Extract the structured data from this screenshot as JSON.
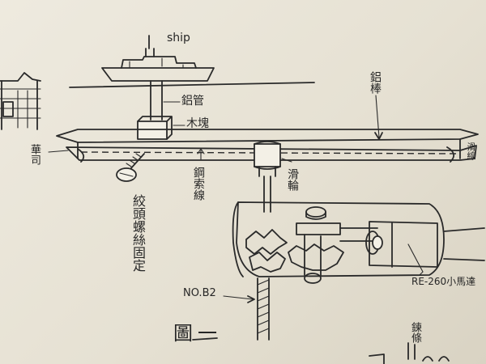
{
  "labels": {
    "ship": "ship",
    "aluminum_rod": "鋁棒",
    "aluminum_tube": "鋁管",
    "wood_block": "木塊",
    "tip": "華司",
    "string": "鋼索線",
    "pulley": "滑輪",
    "screw_nut": "絞頭螺絲固定",
    "spring_label": "滑線",
    "model_no": "NO.B2",
    "motor": "RE-260小馬達",
    "figure": "圖一",
    "chain": "鍊條"
  },
  "colors": {
    "paper": "#ebe6d9",
    "ink": "#2a2a2a"
  }
}
